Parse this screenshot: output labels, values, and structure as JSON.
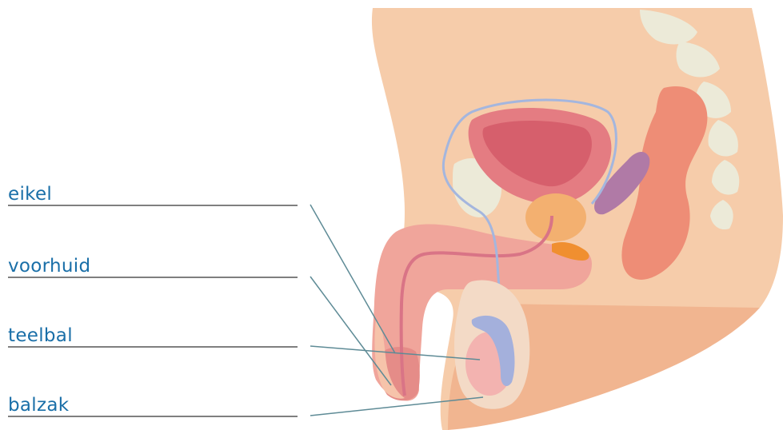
{
  "labels": [
    {
      "id": "eikel",
      "text": "eikel"
    },
    {
      "id": "voorhuid",
      "text": "voorhuid"
    },
    {
      "id": "teelbal",
      "text": "teelbal"
    },
    {
      "id": "balzak",
      "text": "balzak"
    }
  ],
  "colors": {
    "label_text": "#1a6fa8",
    "underline": "#333333",
    "leader": "#5e8b96",
    "skin": "#f6ccaa",
    "skin_dark": "#f1b590",
    "bone": "#ecead8",
    "rectum": "#ee8d76",
    "bladder": "#e47c82",
    "bladder_inner": "#d65f6c",
    "prostate": "#f3b070",
    "seminal_vesicle": "#b07aa6",
    "vas_deferens": "#a4b6de",
    "penis": "#f0a59b",
    "urethra": "#d97486",
    "testis": "#f3b3b0",
    "epididymis": "#a4b0dc",
    "gland": "#f08f30"
  }
}
